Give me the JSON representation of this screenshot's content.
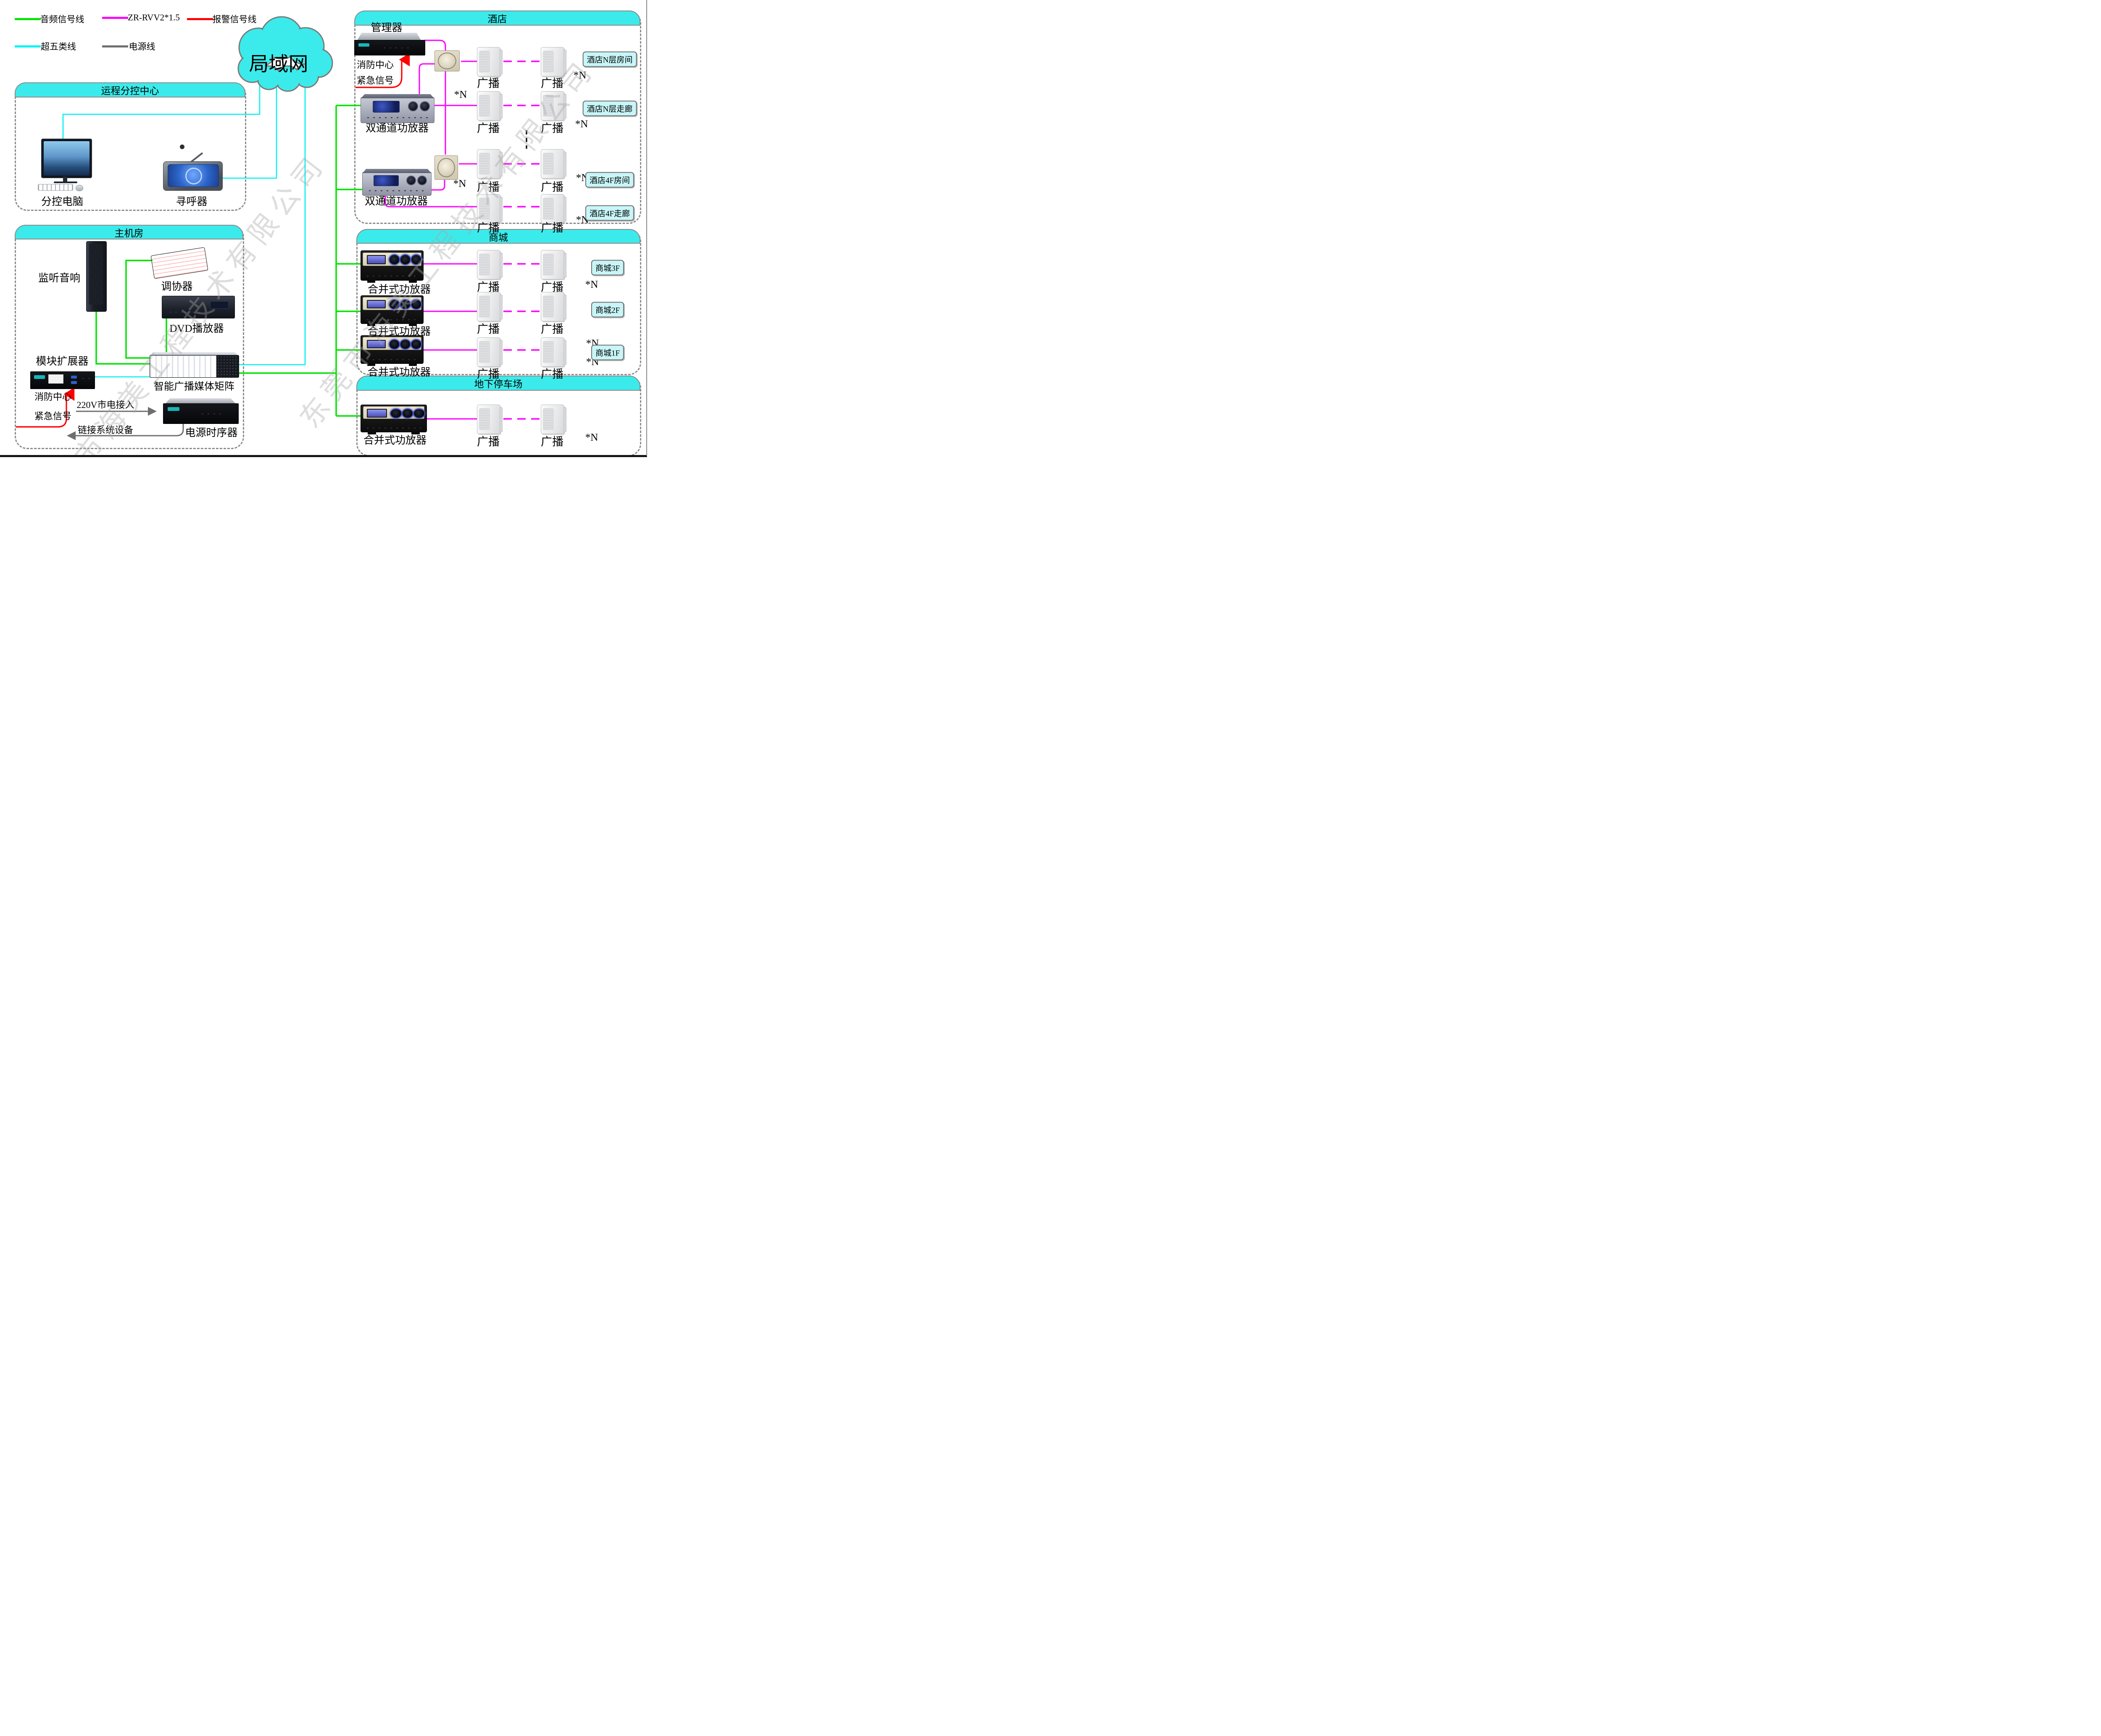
{
  "legend": {
    "audio": {
      "label": "音频信号线",
      "color": "#00e400"
    },
    "rvv": {
      "label": "ZR-RVV2*1.5",
      "color": "#ff00ff"
    },
    "alarm": {
      "label": "报警信号线",
      "color": "#ff0000"
    },
    "cat5": {
      "label": "超五类线",
      "color": "#00f2f2"
    },
    "power": {
      "label": "电源线",
      "color": "#6f6f6f"
    }
  },
  "cloud": {
    "label": "局域网"
  },
  "remote_center": {
    "title": "运程分控中心",
    "computer_label": "分控电脑",
    "pager_label": "寻呼器"
  },
  "machine_room": {
    "title": "主机房",
    "monitor_speaker": "监听音响",
    "mixer": "调协器",
    "dvd": "DVD播放器",
    "expander": "模块扩展器",
    "fire_center": "消防中心",
    "emergency": "紧急信号",
    "matrix": "智能广播媒体矩阵",
    "power_in": "220V市电接入",
    "link_devices": "链接系统设备",
    "sequencer": "电源时序器"
  },
  "hotel": {
    "title": "酒店",
    "manager": "管理器",
    "fire_center": "消防中心",
    "emergency": "紧急信号",
    "amp": "双通道功放器",
    "speaker": "广播",
    "multiplier": "*N",
    "tags": [
      "酒店N层房间",
      "酒店N层走廊",
      "酒店4F房间",
      "酒店4F走廊"
    ]
  },
  "mall": {
    "title": "商城",
    "amp": "合并式功放器",
    "speaker": "广播",
    "multiplier": "*N",
    "tags": [
      "商城3F",
      "商城2F",
      "商城1F"
    ]
  },
  "parking": {
    "title": "地下停车场",
    "amp": "合并式功放器",
    "speaker": "广播",
    "multiplier": "*N"
  },
  "watermark": {
    "text": "东莞市海美工程技术有限公司"
  }
}
